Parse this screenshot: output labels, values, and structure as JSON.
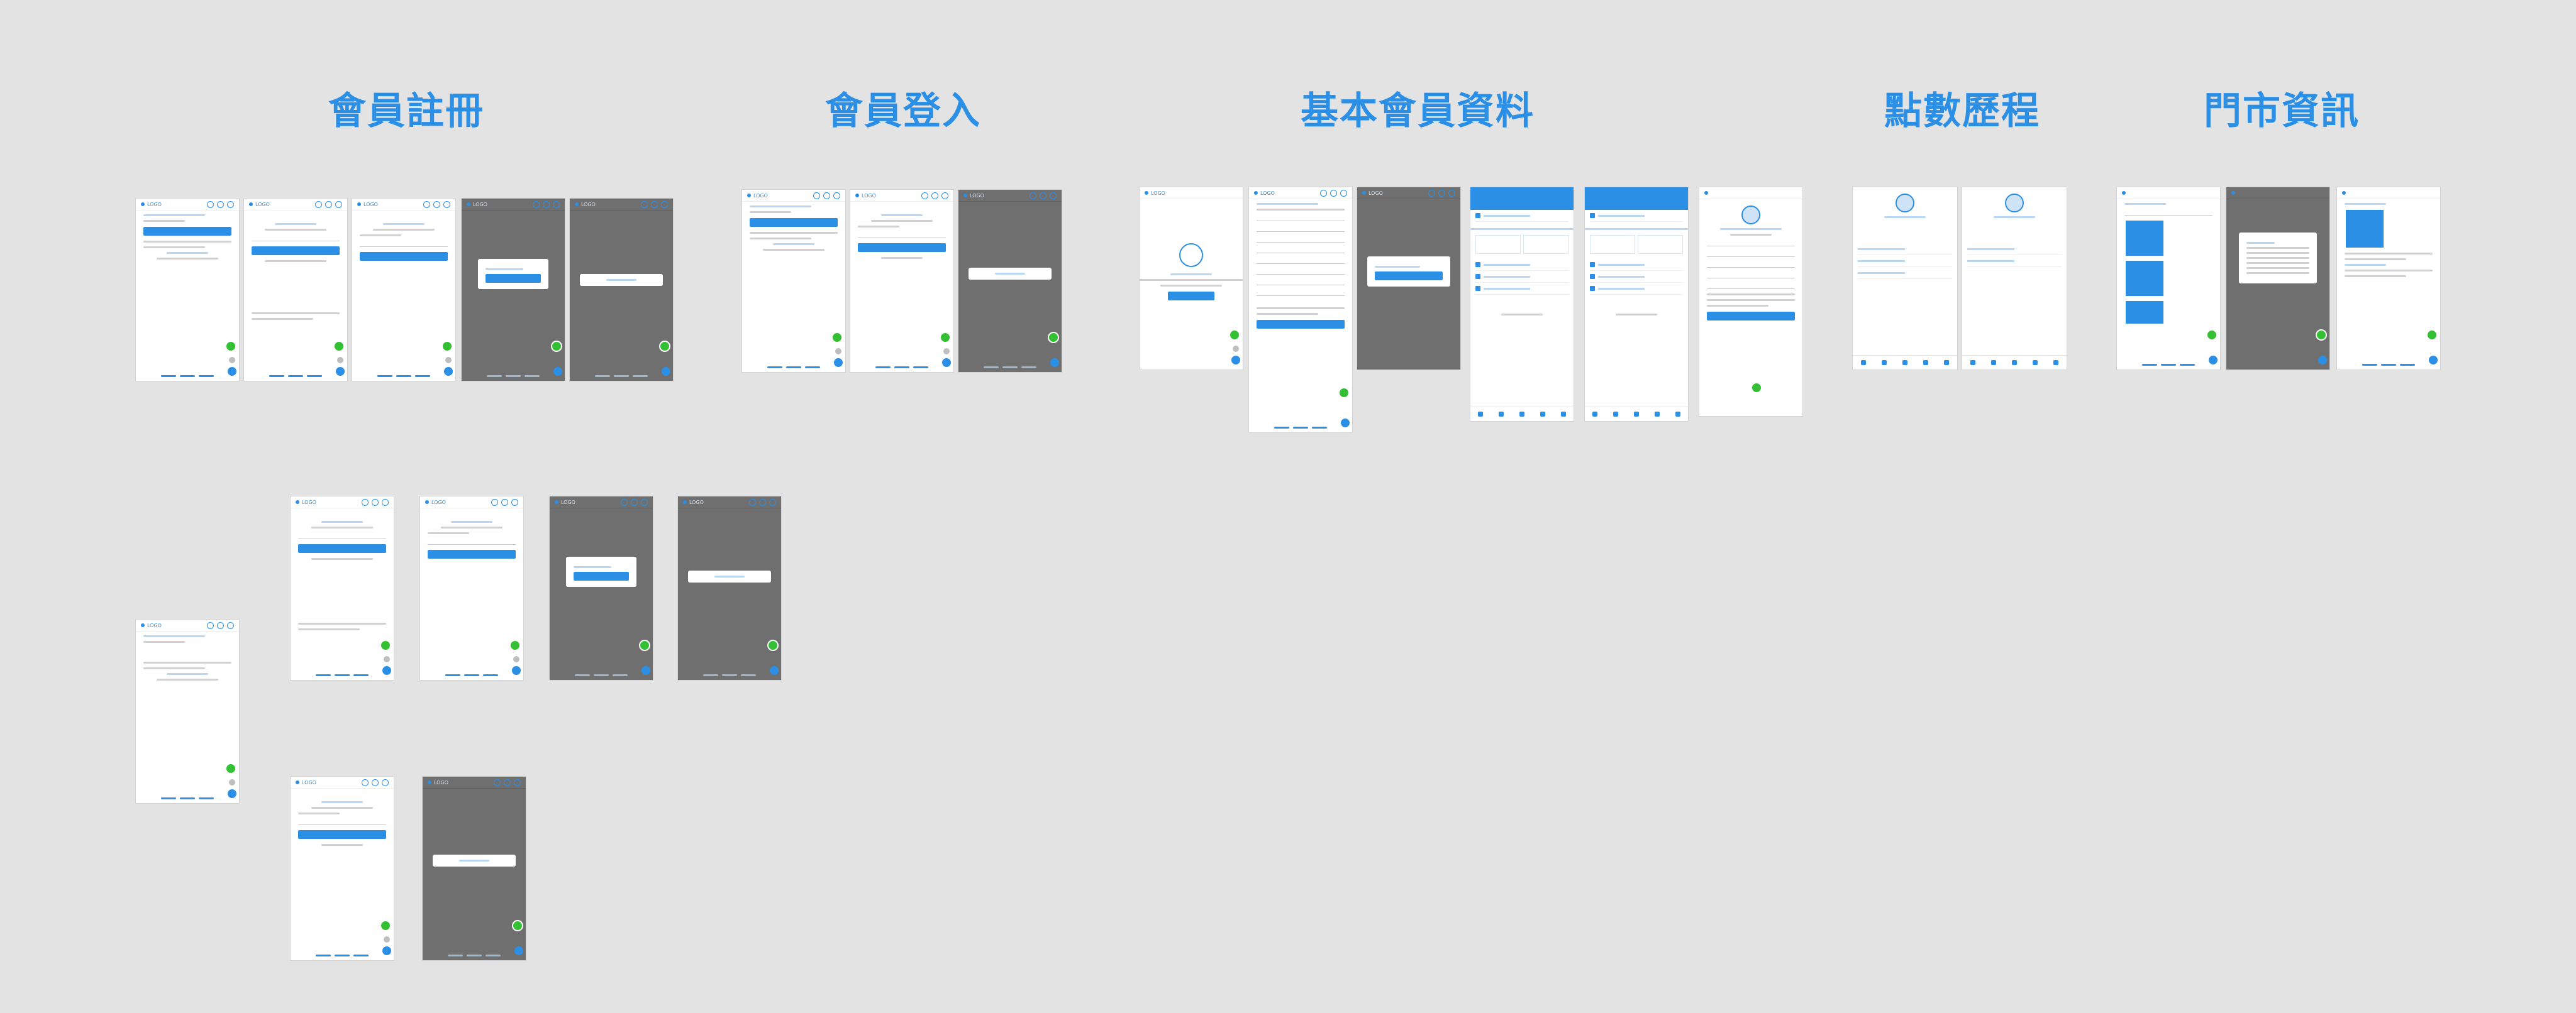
{
  "sections": [
    {
      "id": "register",
      "title": "會員註冊"
    },
    {
      "id": "login",
      "title": "會員登入"
    },
    {
      "id": "profile",
      "title": "基本會員資料"
    },
    {
      "id": "points",
      "title": "點數歷程"
    },
    {
      "id": "store",
      "title": "門市資訊"
    }
  ],
  "frame_header": {
    "logo": "LOGO"
  },
  "colors": {
    "canvas": "#e3e3e3",
    "accent": "#2b8fe6",
    "overlay": "#6f6f6f",
    "line_badge": "#33c133"
  },
  "icons": [
    "member-icon",
    "gift-icon",
    "search-icon",
    "line-chat-icon",
    "chat-icon",
    "lock-icon",
    "tab-home-icon"
  ]
}
